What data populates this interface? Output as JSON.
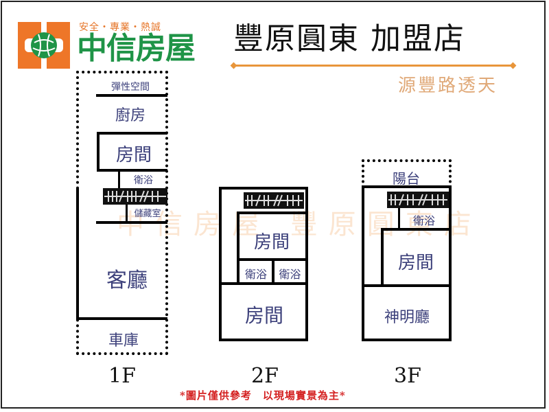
{
  "brand": {
    "tagline": "安全・專業・熱誠",
    "name": "中信房屋",
    "logo_icon": "globe-logo-icon",
    "colors": {
      "orange": "#e6762a",
      "green": "#1f9447"
    }
  },
  "header": {
    "store_title": "豐原圓東 加盟店",
    "subtitle": "源豐路透天",
    "accent_line_color": "#e8953a"
  },
  "watermark": "中信房屋 豐原圓東店",
  "floors": [
    {
      "label": "1F",
      "rooms": {
        "flex_space": "彈性空間",
        "kitchen": "廚房",
        "bedroom": "房間",
        "bathroom": "衛浴",
        "storage": "儲藏室",
        "living_room": "客廳",
        "garage": "車庫"
      }
    },
    {
      "label": "2F",
      "rooms": {
        "bedroom_1": "房間",
        "bathroom_1": "衛浴",
        "bathroom_2": "衛浴",
        "bedroom_2": "房間"
      }
    },
    {
      "label": "3F",
      "rooms": {
        "balcony": "陽台",
        "bathroom": "衛浴",
        "bedroom": "房間",
        "shrine_hall": "神明廳"
      }
    }
  ],
  "disclaimer": "*圖片僅供參考　以現場實景為主*",
  "colors": {
    "room_text": "#3b3f7a",
    "disclaimer": "#d42020",
    "walls": "#000000"
  }
}
